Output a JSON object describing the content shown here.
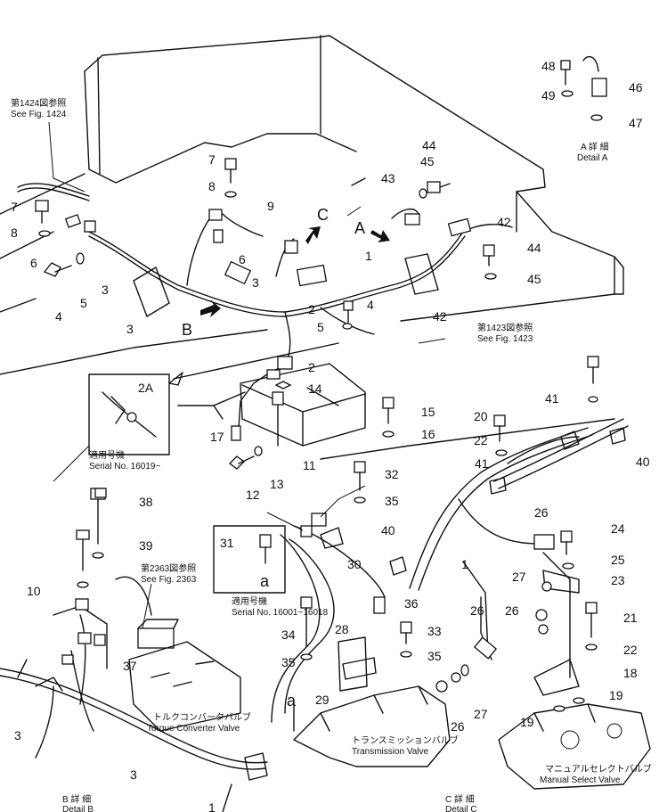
{
  "labels": {
    "n1": "1",
    "n2": "2",
    "n2A": "2A",
    "n3": "3",
    "n4": "4",
    "n5": "5",
    "n6": "6",
    "n7": "7",
    "n8": "8",
    "n9": "9",
    "n10": "10",
    "n11": "11",
    "n12": "12",
    "n13": "13",
    "n14": "14",
    "n15": "15",
    "n16": "16",
    "n17": "17",
    "n18": "18",
    "n19": "19",
    "n20": "20",
    "n21": "21",
    "n22": "22",
    "n23": "23",
    "n24": "24",
    "n25": "25",
    "n26": "26",
    "n27": "27",
    "n28": "28",
    "n29": "29",
    "n30": "30",
    "n31": "31",
    "n32": "32",
    "n33": "33",
    "n34": "34",
    "n35": "35",
    "n36": "36",
    "n37": "37",
    "n38": "38",
    "n39": "39",
    "n40": "40",
    "n41": "41",
    "n42": "42",
    "n43": "43",
    "n44": "44",
    "n45": "45",
    "n46": "46",
    "n47": "47",
    "n48": "48",
    "n49": "49"
  },
  "views": {
    "A": "A",
    "B": "B",
    "C": "C",
    "a": "a"
  },
  "captions": {
    "see1424_jp": "第1424図参照",
    "see1424_en": "See Fig. 1424",
    "see1423_jp": "第1423図参照",
    "see1423_en": "See Fig. 1423",
    "see2363_jp": "第2363図参照",
    "see2363_en": "See Fig. 2363",
    "detailA_jp": "A 詳 細",
    "detailA_en": "Detail A",
    "detailB_jp": "B 詳 細",
    "detailB_en": "Detail B",
    "detailC_jp": "C 詳 細",
    "detailC_en": "Detail C",
    "serial1_jp": "適用号機",
    "serial1_en": "Serial No. 16019~",
    "serial2_jp": "適用号機",
    "serial2_en": "Serial No. 16001~16018",
    "torque_jp": "トルクコンバータバルブ",
    "torque_en": "Torque Converter Valve",
    "trans_jp": "トランスミッションバルブ",
    "trans_en": "Transmission Valve",
    "manual_jp": "マニュアルセレクトバルブ",
    "manual_en": "Manual Select Valve"
  }
}
